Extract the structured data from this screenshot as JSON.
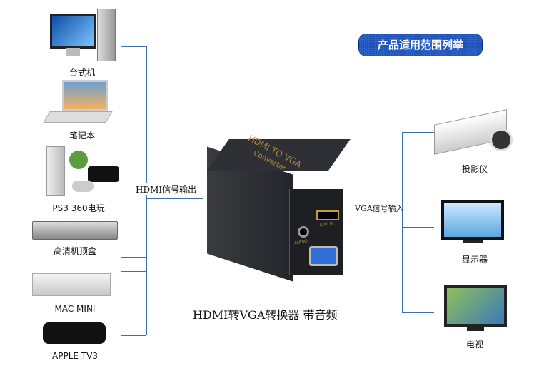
{
  "banner": "产品适用范围列举",
  "sources": [
    {
      "label": "台式机",
      "icon": "desktop-computer-icon"
    },
    {
      "label": "笔记本",
      "icon": "laptop-icon"
    },
    {
      "label": "PS3 360电玩",
      "icon": "game-console-icon"
    },
    {
      "label": "高清机顶盒",
      "icon": "set-top-box-icon"
    },
    {
      "label": "MAC MINI",
      "icon": "mac-mini-icon"
    },
    {
      "label": "APPLE TV3",
      "icon": "apple-tv-icon"
    }
  ],
  "displays": [
    {
      "label": "投影仪",
      "icon": "projector-icon"
    },
    {
      "label": "显示器",
      "icon": "monitor-icon"
    },
    {
      "label": "电视",
      "icon": "tv-icon"
    }
  ],
  "hdmi_out_label": "HDMI信号输出",
  "vga_in_label": "VGA信号输入",
  "product": {
    "title_line1": "HDMI TO VGA",
    "title_line2": "Converter",
    "caption": "HDMI转VGA转换器 带音频",
    "port_hdmi": "HDMI IN",
    "port_audio": "AUDIO"
  },
  "colors": {
    "line": "#3b6fb0",
    "banner": "#0d3a9a",
    "device": "#2a2c30",
    "vga": "#2f6fd6"
  }
}
